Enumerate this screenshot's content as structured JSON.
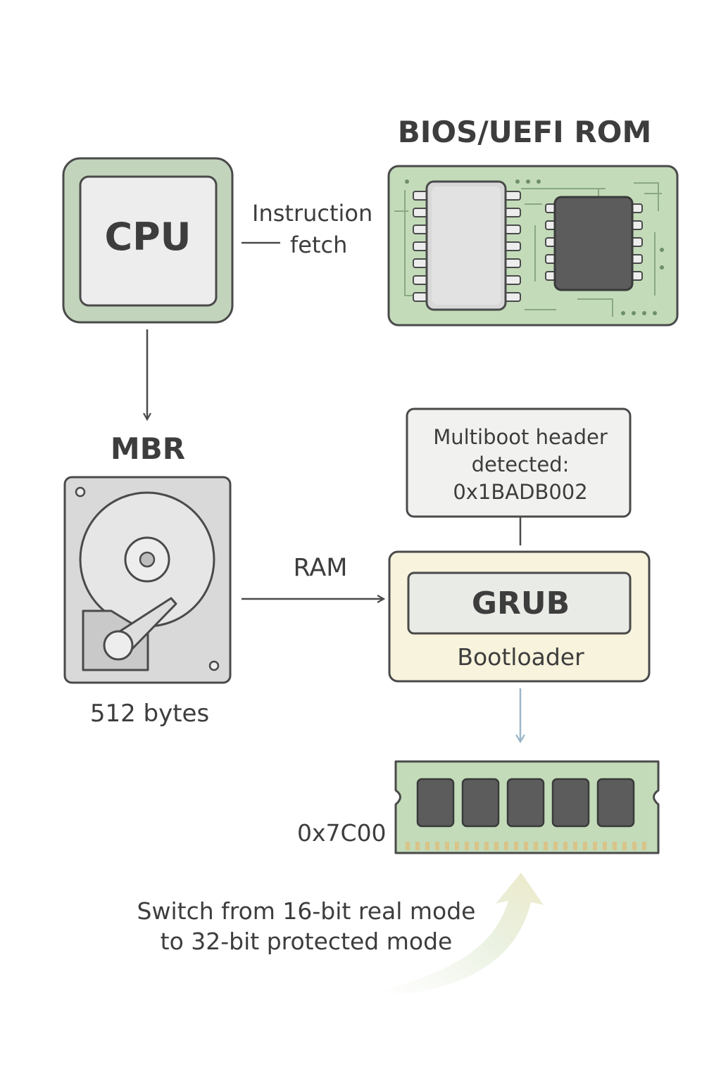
{
  "diagram": {
    "cpu": {
      "label": "CPU"
    },
    "bios": {
      "title": "BIOS/UEFI ROM"
    },
    "fetch_edge": {
      "line1": "Instruction",
      "line2": "fetch"
    },
    "mbr": {
      "title": "MBR",
      "caption": "512 bytes"
    },
    "ram_edge": {
      "label": "RAM"
    },
    "multiboot": {
      "line1": "Multiboot header",
      "line2": "detected:",
      "line3": "0x1BADB002"
    },
    "grub": {
      "label": "GRUB",
      "caption": "Bootloader"
    },
    "memory": {
      "address": "0x7C00"
    },
    "mode_switch": {
      "line1": "Switch from 16-bit real mode",
      "line2": "to 32-bit protected mode"
    },
    "colors": {
      "board_green": "#c3dbb9",
      "outline": "#4a4a4a",
      "chip_dark": "#5c5c5c",
      "grub_panel": "#f7f3dc",
      "arrow_blue": "#9ab7c8"
    }
  }
}
